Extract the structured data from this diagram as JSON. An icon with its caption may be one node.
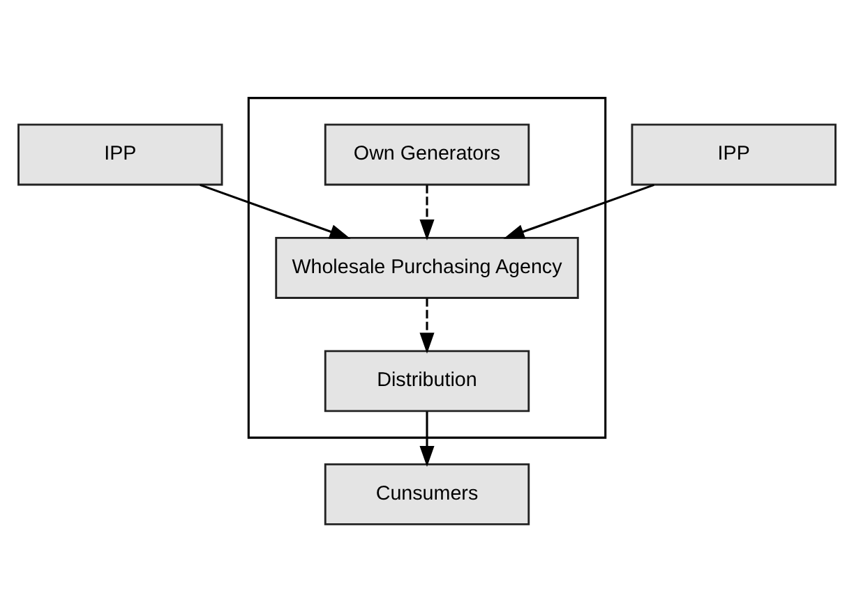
{
  "diagram": {
    "nodes": [
      {
        "text": [],
        "shape": "box"
      },
      {
        "text": [
          "IPP"
        ]
      },
      {
        "text": [
          "Own Generators"
        ],
        "in": 0
      },
      {
        "text": [
          "IPP"
        ]
      },
      {
        "text": [
          "Wholesale Purchasing Agency"
        ],
        "in": 0
      },
      {
        "text": [
          "Distribution"
        ],
        "in": 0
      },
      {
        "text": [
          "Cunsumers"
        ]
      }
    ],
    "edges": [
      {
        "from": 1,
        "to": 4,
        "arrow": "to"
      },
      {
        "from": 3,
        "to": 4,
        "arrow": "to"
      },
      {
        "from": 2,
        "to": 4,
        "arrow": "to",
        "style": "dashed"
      },
      {
        "from": 4,
        "to": 5,
        "arrow": "to",
        "style": "dashed"
      },
      {
        "from": 5,
        "to": 6,
        "arrow": "to"
      }
    ]
  }
}
